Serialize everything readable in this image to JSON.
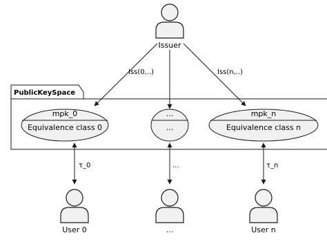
{
  "issuer": {
    "label": "Issuer"
  },
  "package": {
    "title": "PublicKeySpace"
  },
  "arrows": [
    {
      "label": "Iss(0,..)"
    },
    {
      "label": "Iss(n,..)"
    }
  ],
  "classes": [
    {
      "top": "mpk_0",
      "bottom": "Equivalence class 0"
    },
    {
      "top": "...",
      "bottom": "..."
    },
    {
      "top": "mpk_n",
      "bottom": "Equivalence class n"
    }
  ],
  "links": [
    {
      "label": "τ_0"
    },
    {
      "label": "..."
    },
    {
      "label": "τ_n"
    }
  ],
  "users": [
    {
      "label": "User 0"
    },
    {
      "label": "..."
    },
    {
      "label": "User n"
    }
  ],
  "colors": {
    "ellipse_fill": "#F1F1F1",
    "stroke": "#181818",
    "actor_fill": "#F1F1F1"
  }
}
